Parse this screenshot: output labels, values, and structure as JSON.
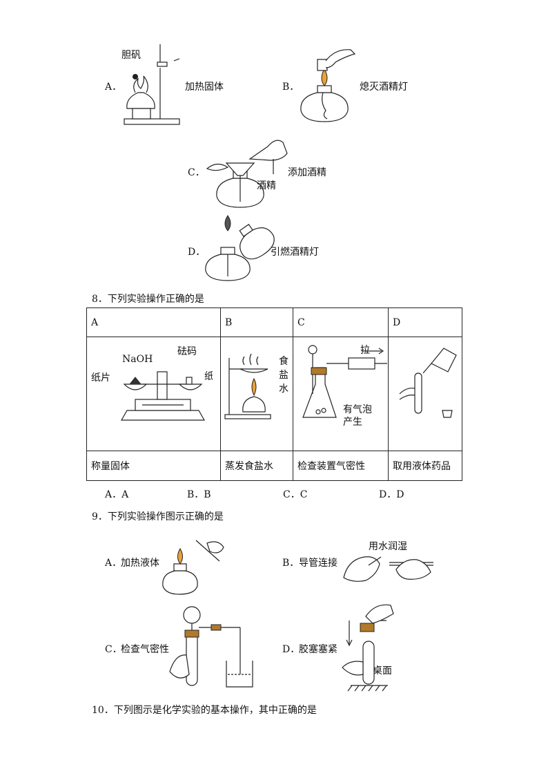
{
  "q7": {
    "options": [
      {
        "letter": "A．",
        "label": "加热固体",
        "figure_label": "胆矾"
      },
      {
        "letter": "B．",
        "label": "熄灭酒精灯"
      },
      {
        "letter": "C．",
        "label": "添加酒精",
        "figure_label": "酒精"
      },
      {
        "letter": "D．",
        "label": "引燃酒精灯"
      }
    ]
  },
  "q8": {
    "stem": "8．下列实验操作正确的是",
    "headers": [
      "A",
      "B",
      "C",
      "D"
    ],
    "figure_labels": {
      "a": [
        "NaOH",
        "砝码",
        "纸片",
        "纸片"
      ],
      "b": [
        "食",
        "盐",
        "水"
      ],
      "c": [
        "拉",
        "有气泡",
        "产生"
      ]
    },
    "captions": [
      "称量固体",
      "蒸发食盐水",
      "检查装置气密性",
      "取用液体药品"
    ],
    "answers": [
      "A．A",
      "B．B",
      "C．C",
      "D．D"
    ]
  },
  "q9": {
    "stem": "9．下列实验操作图示正确的是",
    "options": [
      {
        "letter": "A．",
        "label": "加热液体"
      },
      {
        "letter": "B．",
        "label": "导管连接",
        "figure_label": "用水润湿"
      },
      {
        "letter": "C．",
        "label": "检查气密性"
      },
      {
        "letter": "D．",
        "label": "胶塞塞紧",
        "figure_label": "桌面"
      }
    ]
  },
  "q10": {
    "stem": "10．下列图示是化学实验的基本操作，其中正确的是"
  }
}
